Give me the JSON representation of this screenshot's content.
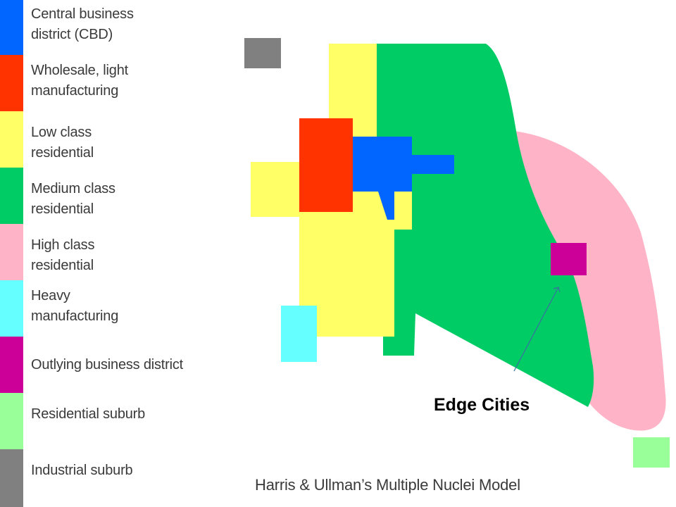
{
  "title": "Harris & Ullman’s Multiple Nuclei Model",
  "callout": "Edge Cities",
  "legend": [
    {
      "label": "Central business\ndistrict (CBD)",
      "color": "#0066ff"
    },
    {
      "label": "Wholesale, light\nmanufacturing",
      "color": "#ff3300"
    },
    {
      "label": "Low class\nresidential",
      "color": "#ffff66"
    },
    {
      "label": "Medium class\nresidential",
      "color": "#00cc66"
    },
    {
      "label": "High class\nresidential",
      "color": "#ffb3c6"
    },
    {
      "label": "Heavy\nmanufacturing",
      "color": "#66ffff"
    },
    {
      "label": "Outlying business district",
      "color": "#cc0099"
    },
    {
      "label": "Residential suburb",
      "color": "#99ff99"
    },
    {
      "label": "Industrial suburb",
      "color": "#808080"
    }
  ]
}
